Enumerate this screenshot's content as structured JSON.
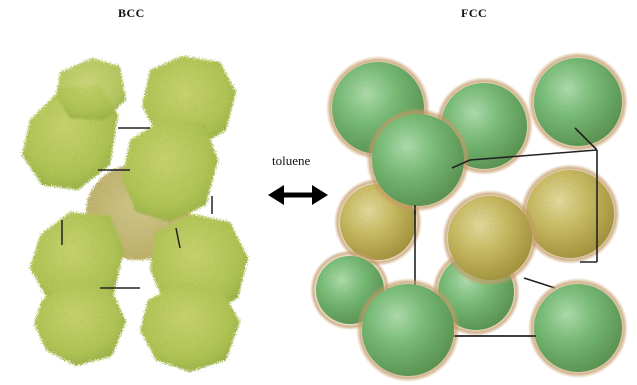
{
  "figure": {
    "left_panel": {
      "label": "BCC",
      "cluster_color": "#b9cf5a",
      "center_cluster_color": "#d2c07c"
    },
    "right_panel": {
      "label": "FCC",
      "green_sphere_color": "#6fc483",
      "yellow_sphere_color": "#d8c46c"
    },
    "transition": {
      "solvent_label": "toluene",
      "arrow": "double-headed-arrow-icon"
    }
  }
}
